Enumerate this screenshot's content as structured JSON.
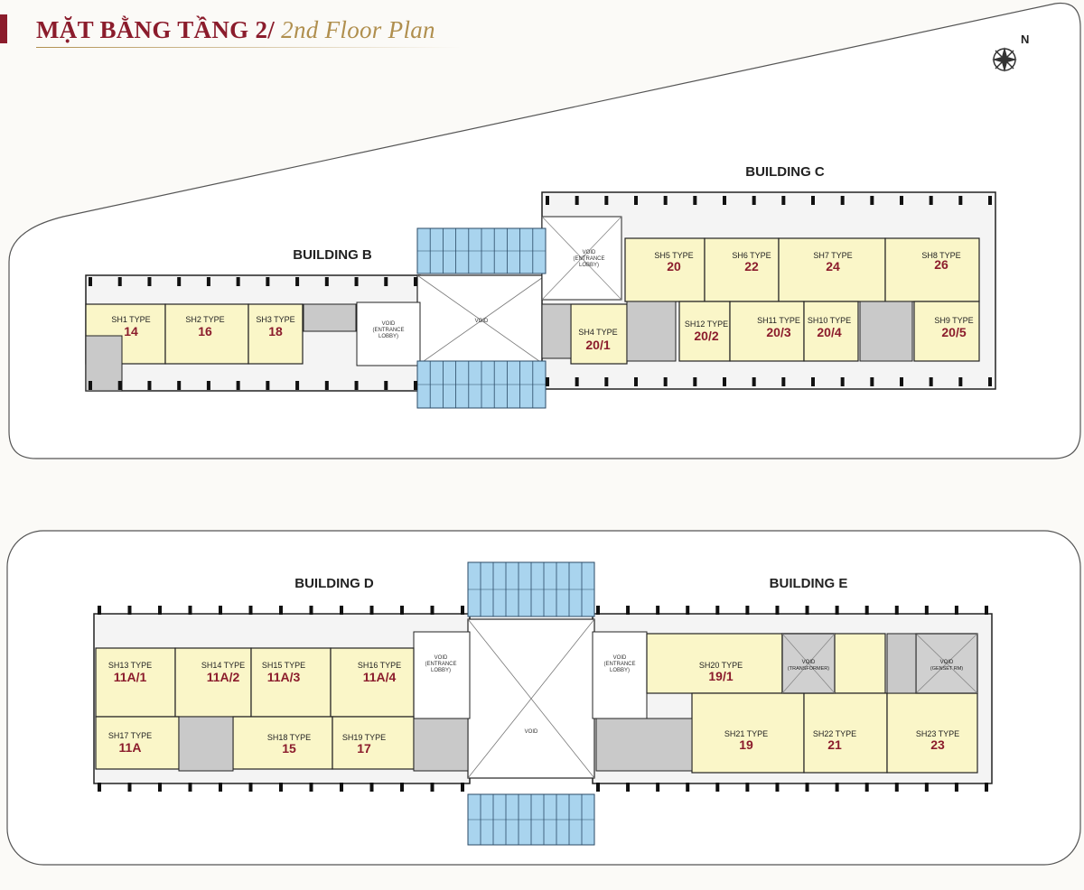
{
  "header": {
    "title_vi": "MẶT BẰNG TẦNG 2/",
    "title_en": "2nd Floor Plan"
  },
  "compass": {
    "label": "N"
  },
  "buildings": {
    "b": "BUILDING B",
    "c": "BUILDING C",
    "d": "BUILDING D",
    "e": "BUILDING E"
  },
  "voids": {
    "entrance_lobby": [
      "VOID",
      "(ENTRANCE",
      "LOBBY)"
    ],
    "plain": "VOID",
    "transformer": [
      "VOID",
      "(TRANSFORMER)"
    ],
    "genset": [
      "VOID",
      "(GENSET RM)"
    ]
  },
  "units": {
    "sh1": {
      "type": "SH1 TYPE",
      "number": "14"
    },
    "sh2": {
      "type": "SH2 TYPE",
      "number": "16"
    },
    "sh3": {
      "type": "SH3 TYPE",
      "number": "18"
    },
    "sh4": {
      "type": "SH4 TYPE",
      "number": "20/1"
    },
    "sh5": {
      "type": "SH5 TYPE",
      "number": "20"
    },
    "sh6": {
      "type": "SH6 TYPE",
      "number": "22"
    },
    "sh7": {
      "type": "SH7 TYPE",
      "number": "24"
    },
    "sh8": {
      "type": "SH8 TYPE",
      "number": "26"
    },
    "sh9": {
      "type": "SH9 TYPE",
      "number": "20/5"
    },
    "sh10": {
      "type": "SH10 TYPE",
      "number": "20/4"
    },
    "sh11": {
      "type": "SH11 TYPE",
      "number": "20/3"
    },
    "sh12": {
      "type": "SH12 TYPE",
      "number": "20/2"
    },
    "sh13": {
      "type": "SH13 TYPE",
      "number": "11A/1"
    },
    "sh14": {
      "type": "SH14 TYPE",
      "number": "11A/2"
    },
    "sh15": {
      "type": "SH15 TYPE",
      "number": "11A/3"
    },
    "sh16": {
      "type": "SH16 TYPE",
      "number": "11A/4"
    },
    "sh17": {
      "type": "SH17 TYPE",
      "number": "11A"
    },
    "sh18": {
      "type": "SH18 TYPE",
      "number": "15"
    },
    "sh19": {
      "type": "SH19 TYPE",
      "number": "17"
    },
    "sh20": {
      "type": "SH20 TYPE",
      "number": "19/1"
    },
    "sh21": {
      "type": "SH21 TYPE",
      "number": "19"
    },
    "sh22": {
      "type": "SH22 TYPE",
      "number": "21"
    },
    "sh23": {
      "type": "SH23 TYPE",
      "number": "23"
    }
  },
  "colors": {
    "title": "#8b1c2c",
    "title_accent": "#b08f4e",
    "unit_fill": "#faf6c8",
    "unit_number": "#8b1c2c",
    "glass": "#a9d4ee",
    "core": "#c9c9c9",
    "wall": "#111111"
  }
}
